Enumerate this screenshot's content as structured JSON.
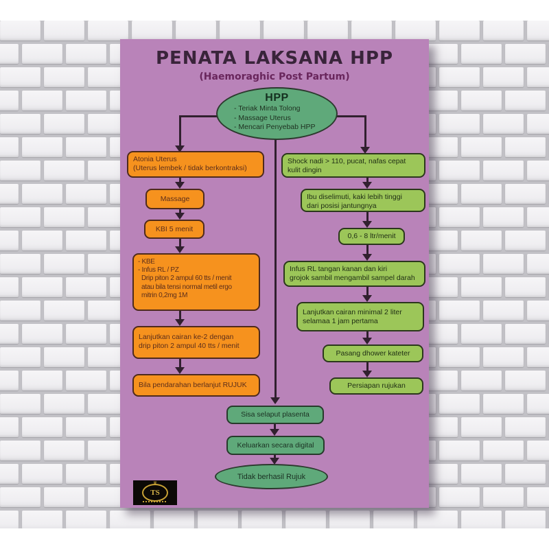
{
  "poster": {
    "title": "PENATA LAKSANA HPP",
    "subtitle": "(Haemoraghic Post Partum)",
    "start_node": {
      "heading": "HPP",
      "item1": "- Teriak Minta Tolong",
      "item2": "- Massage Uterus",
      "item3": "- Mencari Penyebab HPP"
    },
    "left_column": {
      "box1": "Atonia Uterus\n(Uterus lembek / tidak berkontraksi)",
      "box2": "Massage",
      "box3": "KBI 5 menit",
      "box4": "- KBE\n- Infus RL / PZ\n  Drip piton 2 ampul 60 tts / menit\n  atau bila tensi normal metil ergo\n  mitrin 0,2mg 1M",
      "box5": "Lanjutkan cairan ke-2 dengan\ndrip piton 2 ampul 40 tts / menit",
      "box6": "Bila pendarahan berlanjut RUJUK"
    },
    "right_column": {
      "box1": "Shock nadi > 110, pucat, nafas cepat\nkulit dingin",
      "box2": "Ibu diselimuti, kaki lebih tinggi\ndari posisi jantungnya",
      "box3": "0,6 - 8 ltr/menit",
      "box4": "Infus RL tangan kanan dan kiri\ngrojok sambil mengambil sampel darah",
      "box5": "Lanjutkan cairan minimal 2 liter\nselamaa 1 jam pertama",
      "box6": "Pasang dhower kateter",
      "box7": "Persiapan rujukan"
    },
    "bottom_column": {
      "box1": "Sisa selaput plasenta",
      "box2": "Keluarkan secara digital",
      "terminal": "Tidak berhasil Rujuk"
    },
    "logo": {
      "monogram": "TS",
      "crown": "♛"
    },
    "colors": {
      "poster_background": "#b983b9",
      "orange_box": "#f6921e",
      "lime_box": "#9cc659",
      "green_box": "#5fa97a",
      "connector": "#31202f"
    }
  }
}
